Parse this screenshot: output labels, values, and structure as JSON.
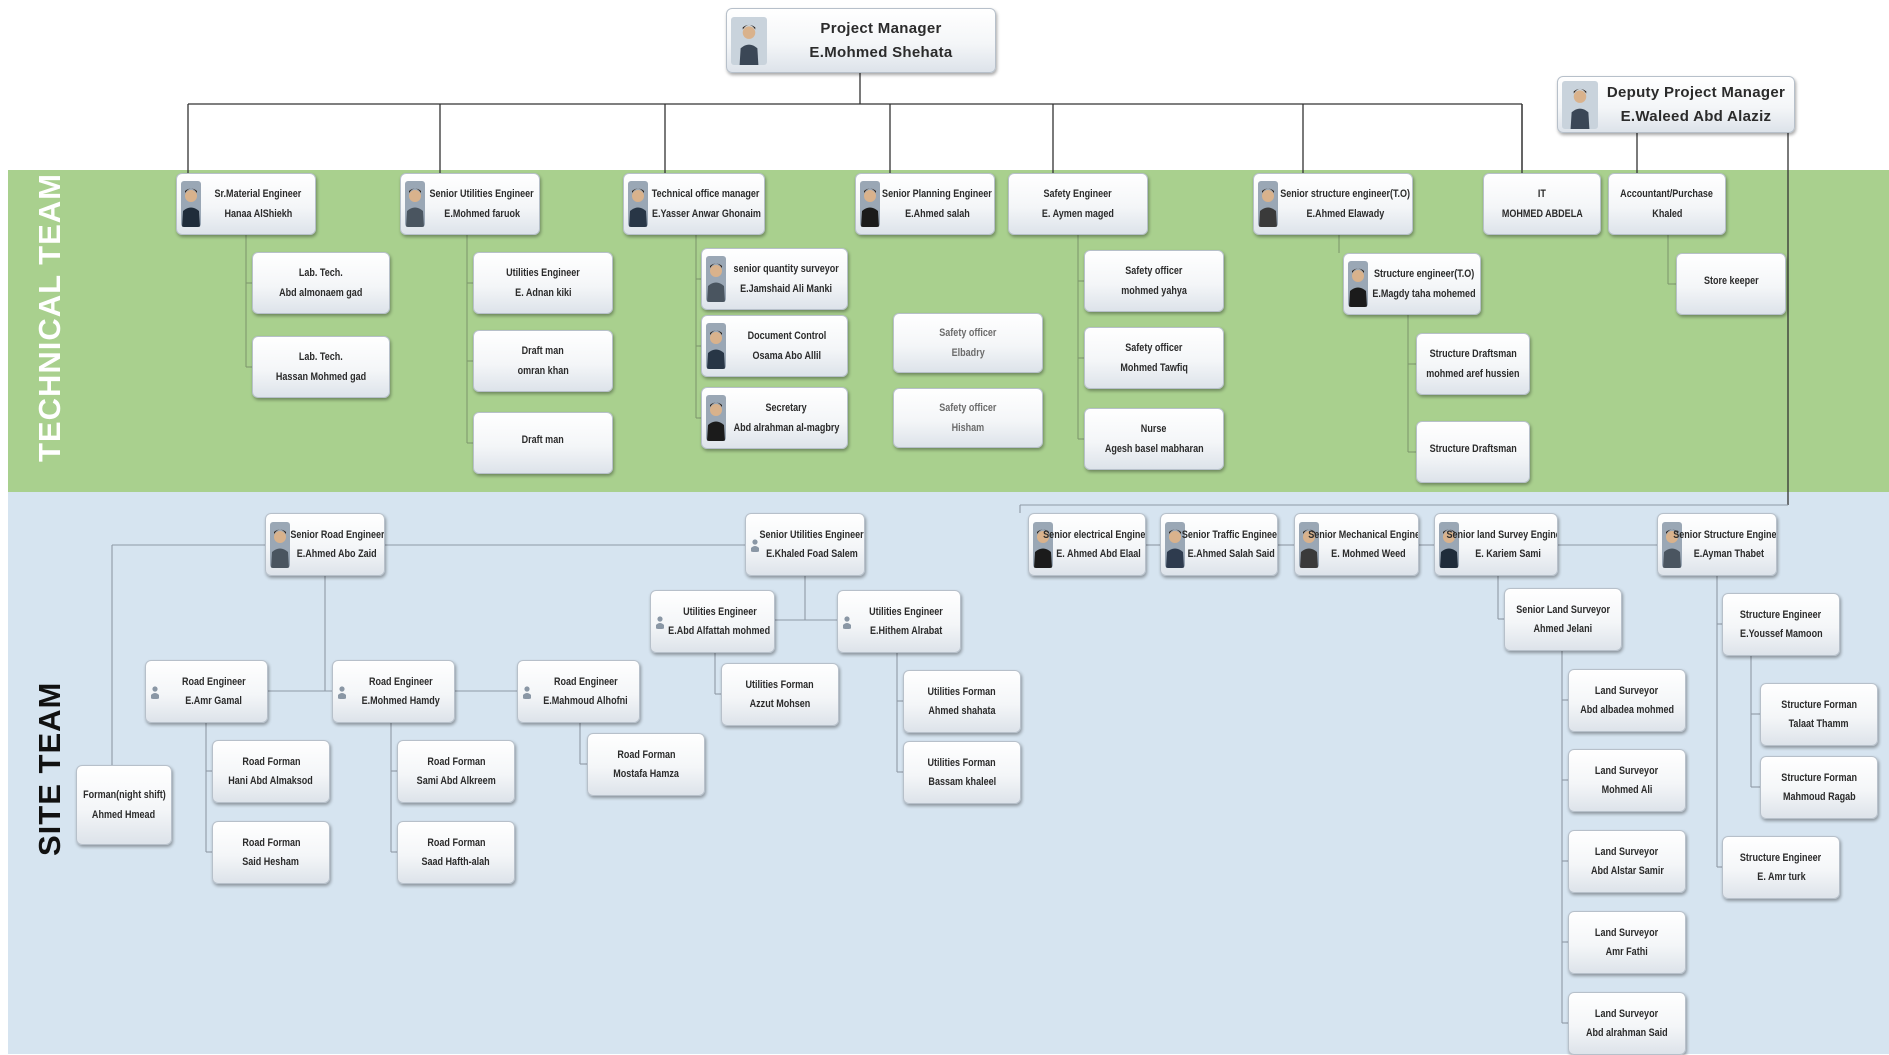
{
  "sections": {
    "technical": "TECHNICAL TEAM",
    "site": "SITE TEAM"
  },
  "nodes": [
    {
      "id": "pm",
      "title": "Project Manager",
      "name": "E.Mohmed Shehata",
      "avatar": "person-photo"
    },
    {
      "id": "dpm",
      "title": "Deputy Project Manager",
      "name": "E.Waleed Abd Alaziz",
      "avatar": "person-photo"
    },
    {
      "id": "mat",
      "title": "Sr.Material Engineer",
      "name": "Hanaa AlShiekh",
      "avatar": "person-photo"
    },
    {
      "id": "util",
      "title": "Senior Utilities Engineer",
      "name": "E.Mohmed faruok",
      "avatar": "person-photo"
    },
    {
      "id": "tom",
      "title": "Technical office manager",
      "name": "E.Yasser Anwar Ghonaim",
      "avatar": "person-photo"
    },
    {
      "id": "plan",
      "title": "Senior Planning Engineer",
      "name": "E.Ahmed salah",
      "avatar": "person-photo"
    },
    {
      "id": "safe",
      "title": "Safety Engineer",
      "name": "E. Aymen maged",
      "avatar": "none"
    },
    {
      "id": "sstr",
      "title": "Senior structure engineer(T.O)",
      "name": "E.Ahmed Elawady",
      "avatar": "person-photo"
    },
    {
      "id": "it",
      "title": "IT",
      "name": "MOHMED ABDELA",
      "avatar": "none"
    },
    {
      "id": "acc",
      "title": "Accountant/Purchase",
      "name": "Khaled",
      "avatar": "none"
    },
    {
      "id": "lab1",
      "title": "Lab. Tech.",
      "name": "Abd almonaem gad",
      "avatar": "none"
    },
    {
      "id": "lab2",
      "title": "Lab. Tech.",
      "name": "Hassan Mohmed gad",
      "avatar": "none"
    },
    {
      "id": "ue1",
      "title": "Utilities Engineer",
      "name": "E. Adnan kiki",
      "avatar": "none"
    },
    {
      "id": "dm1",
      "title": "Draft man",
      "name": "omran khan",
      "avatar": "none"
    },
    {
      "id": "dm2",
      "title": "Draft man",
      "name": "",
      "avatar": "none"
    },
    {
      "id": "qs",
      "title": "senior quantity surveyor",
      "name": "E.Jamshaid Ali Manki",
      "avatar": "person-photo"
    },
    {
      "id": "doc",
      "title": "Document Control",
      "name": "Osama Abo Allil",
      "avatar": "person-photo"
    },
    {
      "id": "sec",
      "title": "Secretary",
      "name": "Abd alrahman al-magbry",
      "avatar": "person-photo"
    },
    {
      "id": "so1",
      "title": "Safety officer",
      "name": "Elbadry",
      "avatar": "none"
    },
    {
      "id": "so2",
      "title": "Safety officer",
      "name": "Hisham",
      "avatar": "none"
    },
    {
      "id": "so3",
      "title": "Safety officer",
      "name": "mohmed yahya",
      "avatar": "none"
    },
    {
      "id": "so4",
      "title": "Safety officer",
      "name": "Mohmed Tawfiq",
      "avatar": "none"
    },
    {
      "id": "nurse",
      "title": "Nurse",
      "name": "Agesh basel mabharan",
      "avatar": "none"
    },
    {
      "id": "stre",
      "title": "Structure engineer(T.O)",
      "name": "E.Magdy taha mohemed",
      "avatar": "person-photo"
    },
    {
      "id": "sd1",
      "title": "Structure Draftsman",
      "name": "mohmed aref hussien",
      "avatar": "none"
    },
    {
      "id": "sd2",
      "title": "Structure Draftsman",
      "name": "",
      "avatar": "none"
    },
    {
      "id": "store",
      "title": "Store keeper",
      "name": "",
      "avatar": "none"
    },
    {
      "id": "sroad",
      "title": "Senior Road Engineer",
      "name": "E.Ahmed Abo Zaid",
      "avatar": "person-photo"
    },
    {
      "id": "sutil",
      "title": "Senior Utilities Engineer",
      "name": "E.Khaled Foad Salem",
      "avatar": "placeholder"
    },
    {
      "id": "selec",
      "title": "Senior electrical Engineer",
      "name": "E. Ahmed Abd Elaal",
      "avatar": "person-photo"
    },
    {
      "id": "straf",
      "title": "Senior Traffic Engineer",
      "name": "E.Ahmed Salah Said",
      "avatar": "person-photo"
    },
    {
      "id": "smech",
      "title": "Senior Mechanical  Engineer",
      "name": "E. Mohmed Weed",
      "avatar": "person-photo"
    },
    {
      "id": "sland",
      "title": "Senior land Survey Engineer",
      "name": "E. Kariem Sami",
      "avatar": "person-photo"
    },
    {
      "id": "sstruct",
      "title": "Senior Structure Engineer",
      "name": "E.Ayman Thabet",
      "avatar": "person-photo"
    },
    {
      "id": "ue2",
      "title": "Utilities Engineer",
      "name": "E.Abd Alfattah mohmed",
      "avatar": "placeholder"
    },
    {
      "id": "ue3",
      "title": "Utilities Engineer",
      "name": "E.Hithem Alrabat",
      "avatar": "placeholder"
    },
    {
      "id": "uf1",
      "title": "Utilities Forman",
      "name": "Azzut Mohsen",
      "avatar": "none"
    },
    {
      "id": "uf2",
      "title": "Utilities Forman",
      "name": "Ahmed shahata",
      "avatar": "none"
    },
    {
      "id": "uf3",
      "title": "Utilities Forman",
      "name": "Bassam khaleel",
      "avatar": "none"
    },
    {
      "id": "re1",
      "title": "Road Engineer",
      "name": "E.Amr Gamal",
      "avatar": "placeholder"
    },
    {
      "id": "re2",
      "title": "Road Engineer",
      "name": "E.Mohmed Hamdy",
      "avatar": "placeholder"
    },
    {
      "id": "re3",
      "title": "Road Engineer",
      "name": "E.Mahmoud Alhofni",
      "avatar": "placeholder"
    },
    {
      "id": "rf1",
      "title": "Road Forman",
      "name": "Hani Abd Almaksod",
      "avatar": "none"
    },
    {
      "id": "rf2",
      "title": "Road Forman",
      "name": "Said Hesham",
      "avatar": "none"
    },
    {
      "id": "rf3",
      "title": "Road Forman",
      "name": "Sami Abd Alkreem",
      "avatar": "none"
    },
    {
      "id": "rf4",
      "title": "Road Forman",
      "name": "Saad Hafth-alah",
      "avatar": "none"
    },
    {
      "id": "rf5",
      "title": "Road Forman",
      "name": "Mostafa Hamza",
      "avatar": "none"
    },
    {
      "id": "fn",
      "title": "Forman(night shift)",
      "name": "Ahmed Hmead",
      "avatar": "none"
    },
    {
      "id": "sls",
      "title": "Senior Land Surveyor",
      "name": "Ahmed Jelani",
      "avatar": "none"
    },
    {
      "id": "ls1",
      "title": "Land Surveyor",
      "name": "Abd albadea mohmed",
      "avatar": "none"
    },
    {
      "id": "ls2",
      "title": "Land Surveyor",
      "name": "Mohmed Ali",
      "avatar": "none"
    },
    {
      "id": "ls3",
      "title": "Land Surveyor",
      "name": "Abd Alstar Samir",
      "avatar": "none"
    },
    {
      "id": "ls4",
      "title": "Land Surveyor",
      "name": "Amr Fathi",
      "avatar": "none"
    },
    {
      "id": "ls5",
      "title": "Land Surveyor",
      "name": "Abd alrahman Said",
      "avatar": "none"
    },
    {
      "id": "se1",
      "title": "Structure Engineer",
      "name": "E.Youssef Mamoon",
      "avatar": "none"
    },
    {
      "id": "sf1",
      "title": "Structure Forman",
      "name": "Talaat Thamm",
      "avatar": "none"
    },
    {
      "id": "sf2",
      "title": "Structure Forman",
      "name": "Mahmoud Ragab",
      "avatar": "none"
    },
    {
      "id": "se2",
      "title": "Structure Engineer",
      "name": "E. Amr turk",
      "avatar": "none"
    }
  ]
}
